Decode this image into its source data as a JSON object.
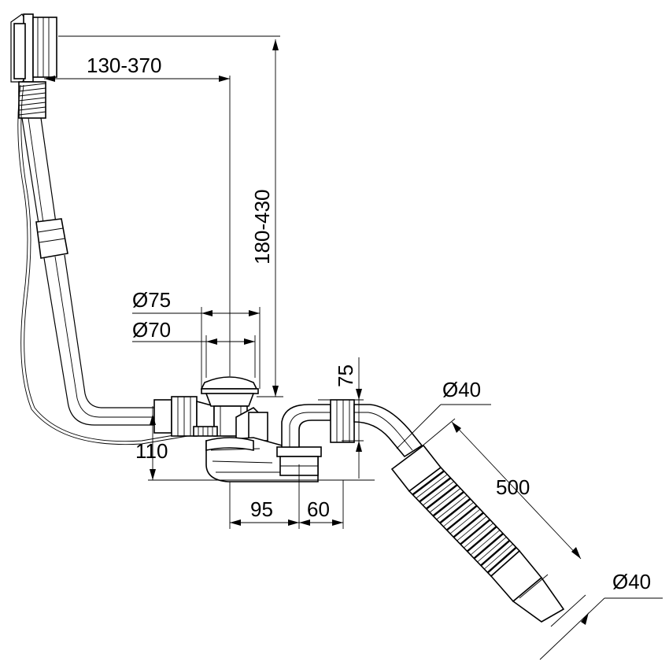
{
  "dimensions": {
    "overflow_offset": "130-370",
    "overflow_height": "180-430",
    "outer_diameter": "Ø75",
    "inner_diameter": "Ø70",
    "trap_height": "75",
    "waste_height": "110",
    "outlet_offset_a": "95",
    "outlet_offset_b": "60",
    "hose_diameter_top": "Ø40",
    "hose_length": "500",
    "hose_diameter_end": "Ø40"
  },
  "colors": {
    "line": "#000000",
    "background": "#ffffff"
  }
}
